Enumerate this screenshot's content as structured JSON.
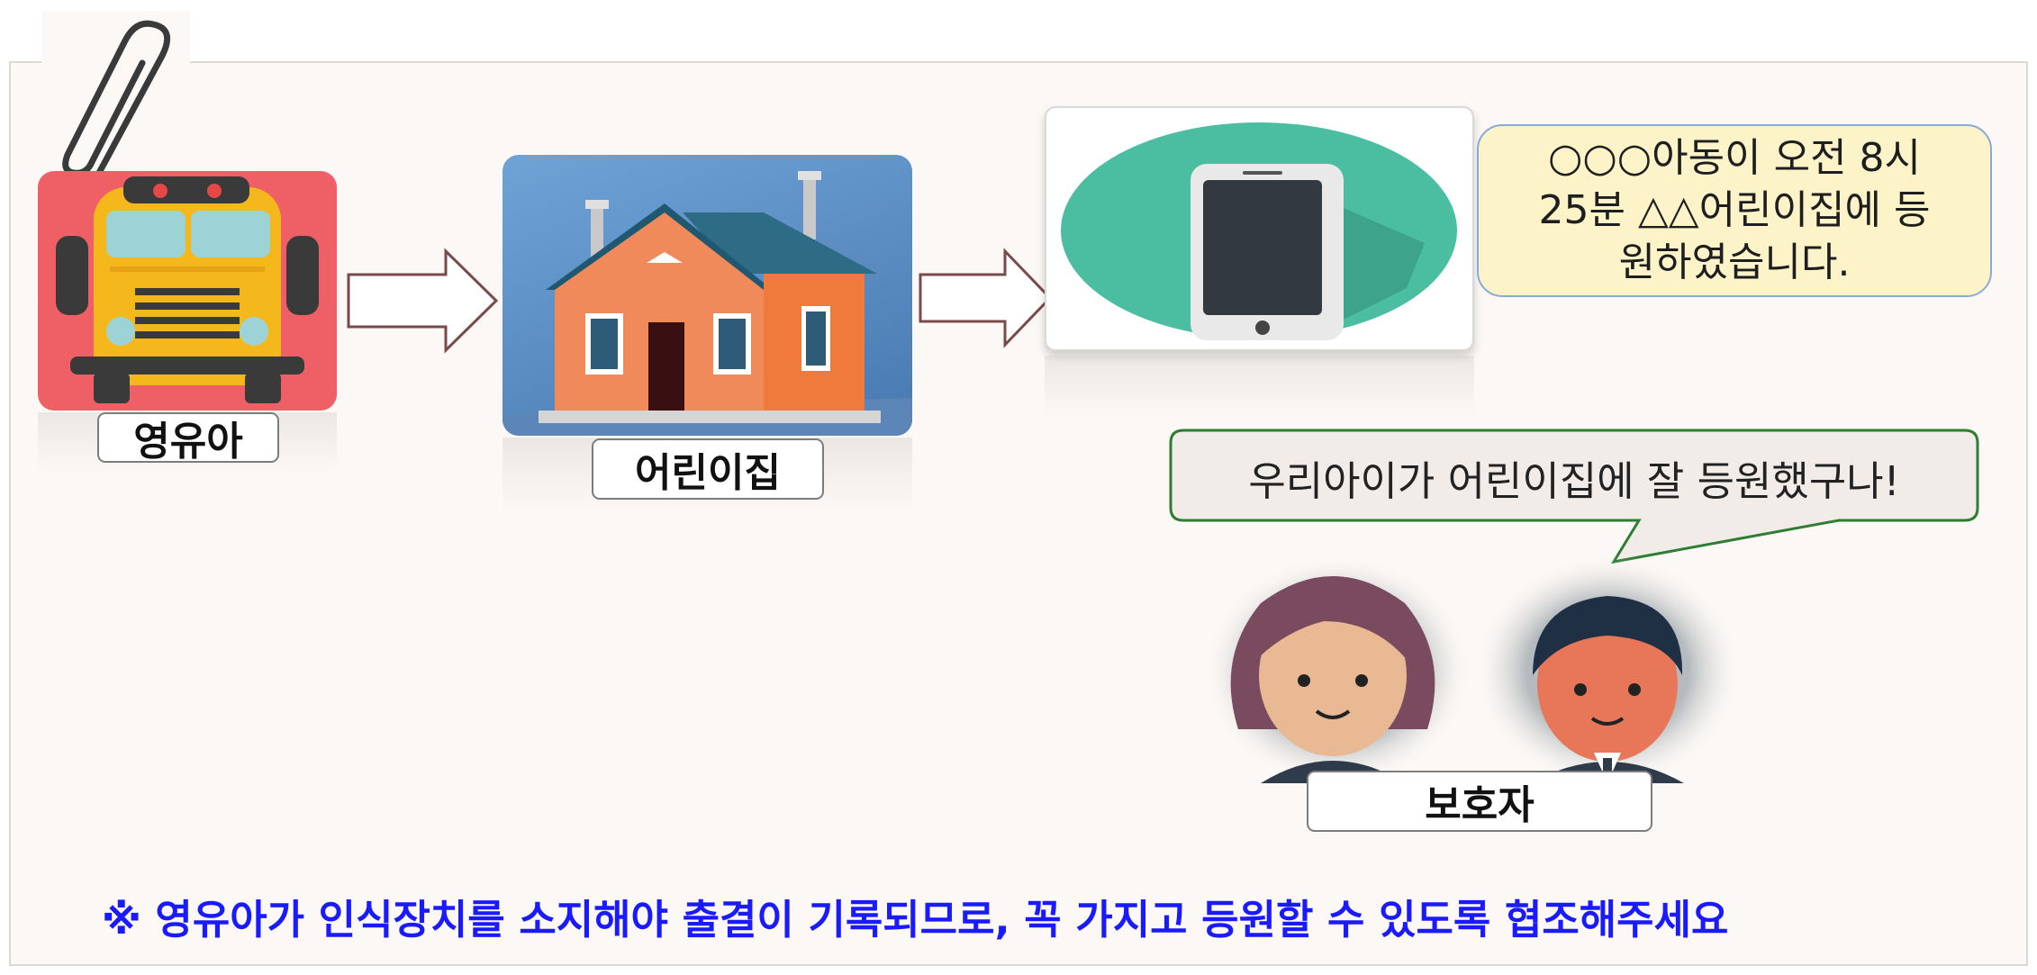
{
  "nodes": {
    "child_label": "영유아",
    "daycare_label": "어린이집",
    "guardian_label": "보호자"
  },
  "notification": {
    "line1": "○○○아동이 오전 8시",
    "line2": "25분 △△어린이집에 등",
    "line3": "원하였습니다."
  },
  "speech": {
    "text": "우리아이가 어린이집에 잘 등원했구나!"
  },
  "footer": {
    "notice": "※ 영유아가 인식장치를 소지해야 출결이 기록되므로, 꼭 가지고 등원할 수 있도록 협조해주세요"
  },
  "colors": {
    "notice_text": "#1a1aff",
    "bus_card": "#ef6066",
    "notification_bg": "#fdf3c9",
    "speech_border": "#2e7d32"
  },
  "icons": [
    "paperclip-icon",
    "school-bus-icon",
    "house-icon",
    "tablet-icon",
    "mother-avatar-icon",
    "father-avatar-icon",
    "arrow-right-icon"
  ]
}
